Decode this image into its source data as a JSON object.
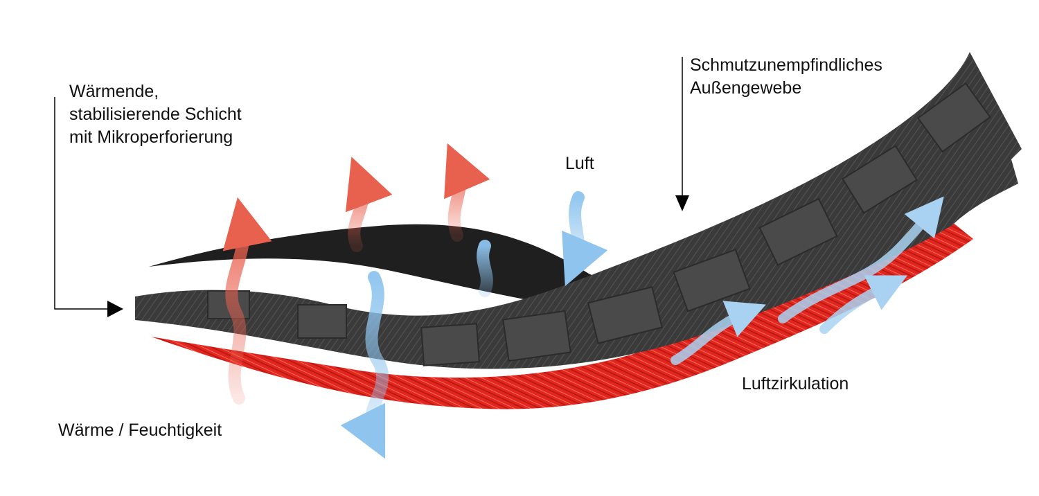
{
  "labels": {
    "warm_layer": [
      "Wärmende,",
      "stabilisierende Schicht",
      "mit Mikroperforierung"
    ],
    "outer_fabric": [
      "Schmutzunempfindliches",
      "Außengewebe"
    ],
    "air": "Luft",
    "air_circulation": "Luftzirkulation",
    "heat_moisture": "Wärme / Feuchtigkeit"
  },
  "colors": {
    "outer_fabric": "#3a3a3a",
    "warm_layer": "#e0261f",
    "heat_arrow": "#e8604e",
    "air_arrow": "#8ec4ee",
    "pointer": "#000000"
  },
  "icons": {
    "heat": "wavy-up-arrow",
    "air": "wavy-down-arrow",
    "pointer": "solid-arrowhead"
  }
}
